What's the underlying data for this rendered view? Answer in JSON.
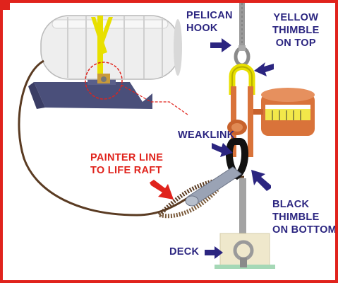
{
  "labels": {
    "pelican_hook": [
      "PELICAN",
      "HOOK"
    ],
    "yellow_thimble": [
      "YELLOW",
      "THIMBLE",
      "ON TOP"
    ],
    "weaklink": [
      "WEAKLINK"
    ],
    "painter_line": [
      "PAINTER LINE",
      "TO LIFE RAFT"
    ],
    "black_thimble": [
      "BLACK",
      "THIMBLE",
      "ON BOTTOM"
    ],
    "deck": [
      "DECK"
    ]
  },
  "colors": {
    "frame": "#e0231c",
    "label_navy": "#2b2580",
    "label_red": "#e0231c",
    "yellow_thimble": "#e8e000",
    "copper": "#d9733a",
    "black_thimble": "#111111",
    "canister": "#eeeeee",
    "cradle": "#4a4f7a",
    "rope": "#6b4a2e"
  },
  "icons": [
    "right-arrow-icon",
    "left-arrow-icon",
    "down-right-arrow-icon"
  ]
}
